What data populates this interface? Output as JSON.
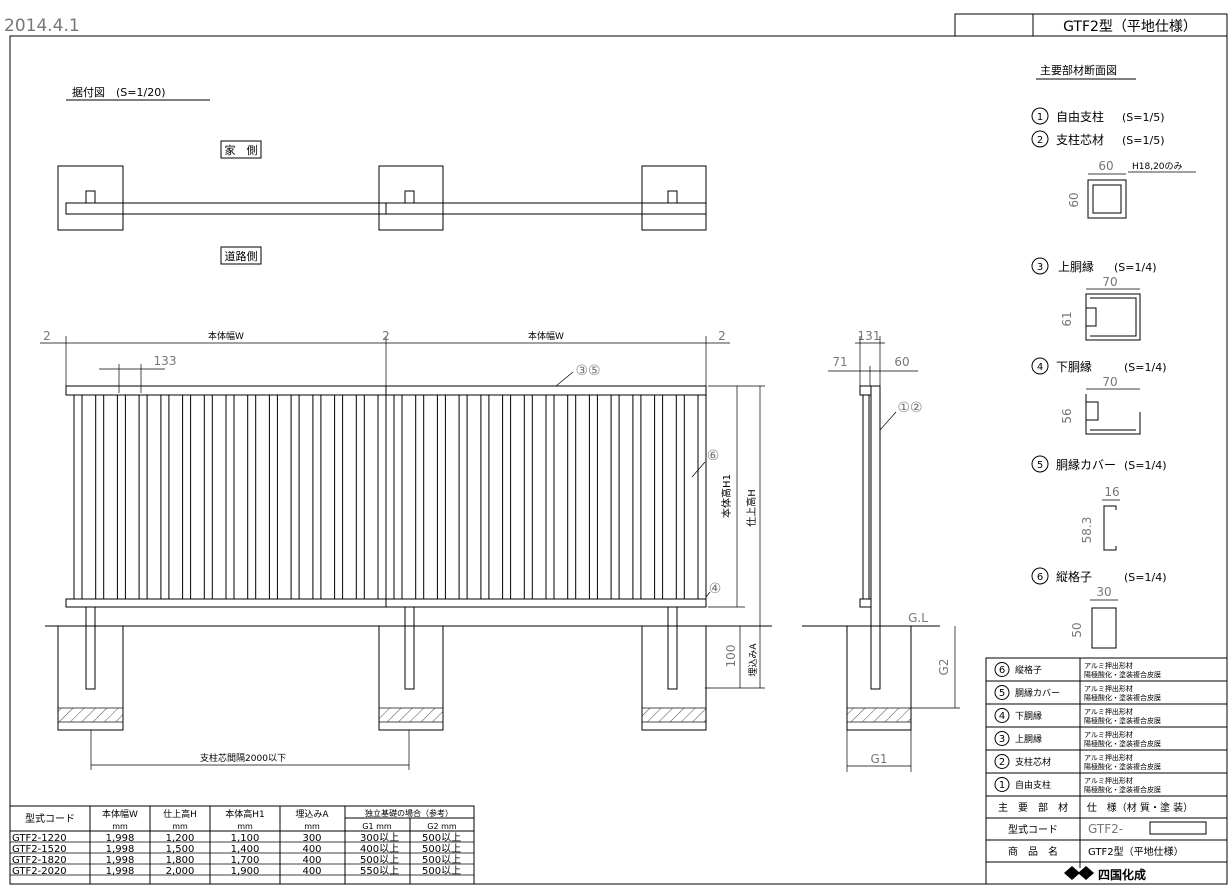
{
  "header": {
    "date": "2014.4.1",
    "title": "GTF2型（平地仕様）"
  },
  "plan": {
    "title": "据付図　(S=1/20)",
    "house_side": "家　側",
    "road_side": "道路側"
  },
  "elevation": {
    "gap_left": "2",
    "gap_mid": "2",
    "gap_right": "2",
    "width_label_1": "本体幅W",
    "width_label_2": "本体幅W",
    "pitch": "133",
    "callout_35": "③⑤",
    "callout_6": "⑥",
    "callout_4": "④",
    "body_height": "本体高H1",
    "finish_height": "仕上高H",
    "embed_depth": "100",
    "embed_label": "埋込みA",
    "post_spacing": "支柱芯間隔2000以下"
  },
  "side": {
    "dim_131": "131",
    "dim_71": "71",
    "dim_60": "60",
    "callout_12": "①②",
    "gl": "G.L",
    "g2": "G2",
    "g1": "G1"
  },
  "sections": {
    "title": "主要部材断面図",
    "p1": {
      "num": "1",
      "name": "自由支柱",
      "scale": "(S=1/5)"
    },
    "p2": {
      "num": "2",
      "name": "支柱芯材",
      "scale": "(S=1/5)",
      "note": "H18,20のみ",
      "w": "60",
      "h": "60"
    },
    "p3": {
      "num": "3",
      "name": "上胴縁",
      "scale": "(S=1/4)",
      "w": "70",
      "h": "61"
    },
    "p4": {
      "num": "4",
      "name": "下胴縁",
      "scale": "(S=1/4)",
      "w": "70",
      "h": "56"
    },
    "p5": {
      "num": "5",
      "name": "胴縁カバー",
      "scale": "(S=1/4)",
      "w": "16",
      "h": "58.3"
    },
    "p6": {
      "num": "6",
      "name": "縦格子",
      "scale": "(S=1/4)",
      "w": "30",
      "h": "50"
    }
  },
  "parts_table": {
    "rows": [
      {
        "num": "6",
        "name": "縦格子",
        "mat1": "アルミ押出形材",
        "mat2": "陽極酸化・塗装複合皮膜"
      },
      {
        "num": "5",
        "name": "胴縁カバー",
        "mat1": "アルミ押出形材",
        "mat2": "陽極酸化・塗装複合皮膜"
      },
      {
        "num": "4",
        "name": "下胴縁",
        "mat1": "アルミ押出形材",
        "mat2": "陽極酸化・塗装複合皮膜"
      },
      {
        "num": "3",
        "name": "上胴縁",
        "mat1": "アルミ押出形材",
        "mat2": "陽極酸化・塗装複合皮膜"
      },
      {
        "num": "2",
        "name": "支柱芯材",
        "mat1": "アルミ押出形材",
        "mat2": "陽極酸化・塗装複合皮膜"
      },
      {
        "num": "1",
        "name": "自由支柱",
        "mat1": "アルミ押出形材",
        "mat2": "陽極酸化・塗装複合皮膜"
      }
    ],
    "h_part": "主　要　部　材",
    "h_spec": "仕　様（材 質・塗 装）",
    "h_code": "型式コード",
    "code_value": "GTF2-",
    "h_name": "商　品　名",
    "name_value": "GTF2型（平地仕様）",
    "maker": "四国化成"
  },
  "spec_table": {
    "headers": {
      "code": "型式コード",
      "w": "本体幅W",
      "h": "仕上高H",
      "h1": "本体高H1",
      "a": "埋込みA",
      "found": "独立基礎の場合（参考）",
      "unit": "mm",
      "g1": "G1 mm",
      "g2": "G2 mm"
    },
    "rows": [
      {
        "code": "GTF2-1220",
        "w": "1,998",
        "h": "1,200",
        "h1": "1,100",
        "a": "300",
        "g1": "300以上",
        "g2": "500以上"
      },
      {
        "code": "GTF2-1520",
        "w": "1,998",
        "h": "1,500",
        "h1": "1,400",
        "a": "400",
        "g1": "400以上",
        "g2": "500以上"
      },
      {
        "code": "GTF2-1820",
        "w": "1,998",
        "h": "1,800",
        "h1": "1,700",
        "a": "400",
        "g1": "500以上",
        "g2": "500以上"
      },
      {
        "code": "GTF2-2020",
        "w": "1,998",
        "h": "2,000",
        "h1": "1,900",
        "a": "400",
        "g1": "550以上",
        "g2": "500以上"
      }
    ]
  }
}
